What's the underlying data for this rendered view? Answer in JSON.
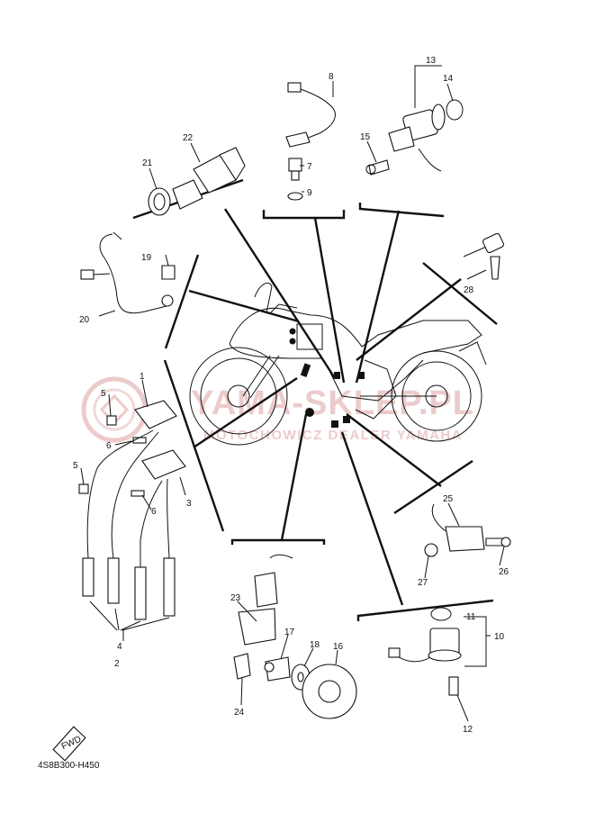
{
  "diagram": {
    "code": "4S8B300-H450",
    "fwd_label": "FWD",
    "watermark": {
      "line1": "YAMA-SKLEP.PL",
      "line2": "MOTOCHOWICZ DEALER YAMAHA"
    },
    "callouts": [
      "1",
      "2",
      "3",
      "4",
      "5",
      "5",
      "6",
      "6",
      "7",
      "8",
      "9",
      "10",
      "11",
      "12",
      "13",
      "14",
      "15",
      "16",
      "17",
      "18",
      "19",
      "20",
      "21",
      "22",
      "23",
      "24",
      "25",
      "26",
      "27",
      "28"
    ]
  }
}
